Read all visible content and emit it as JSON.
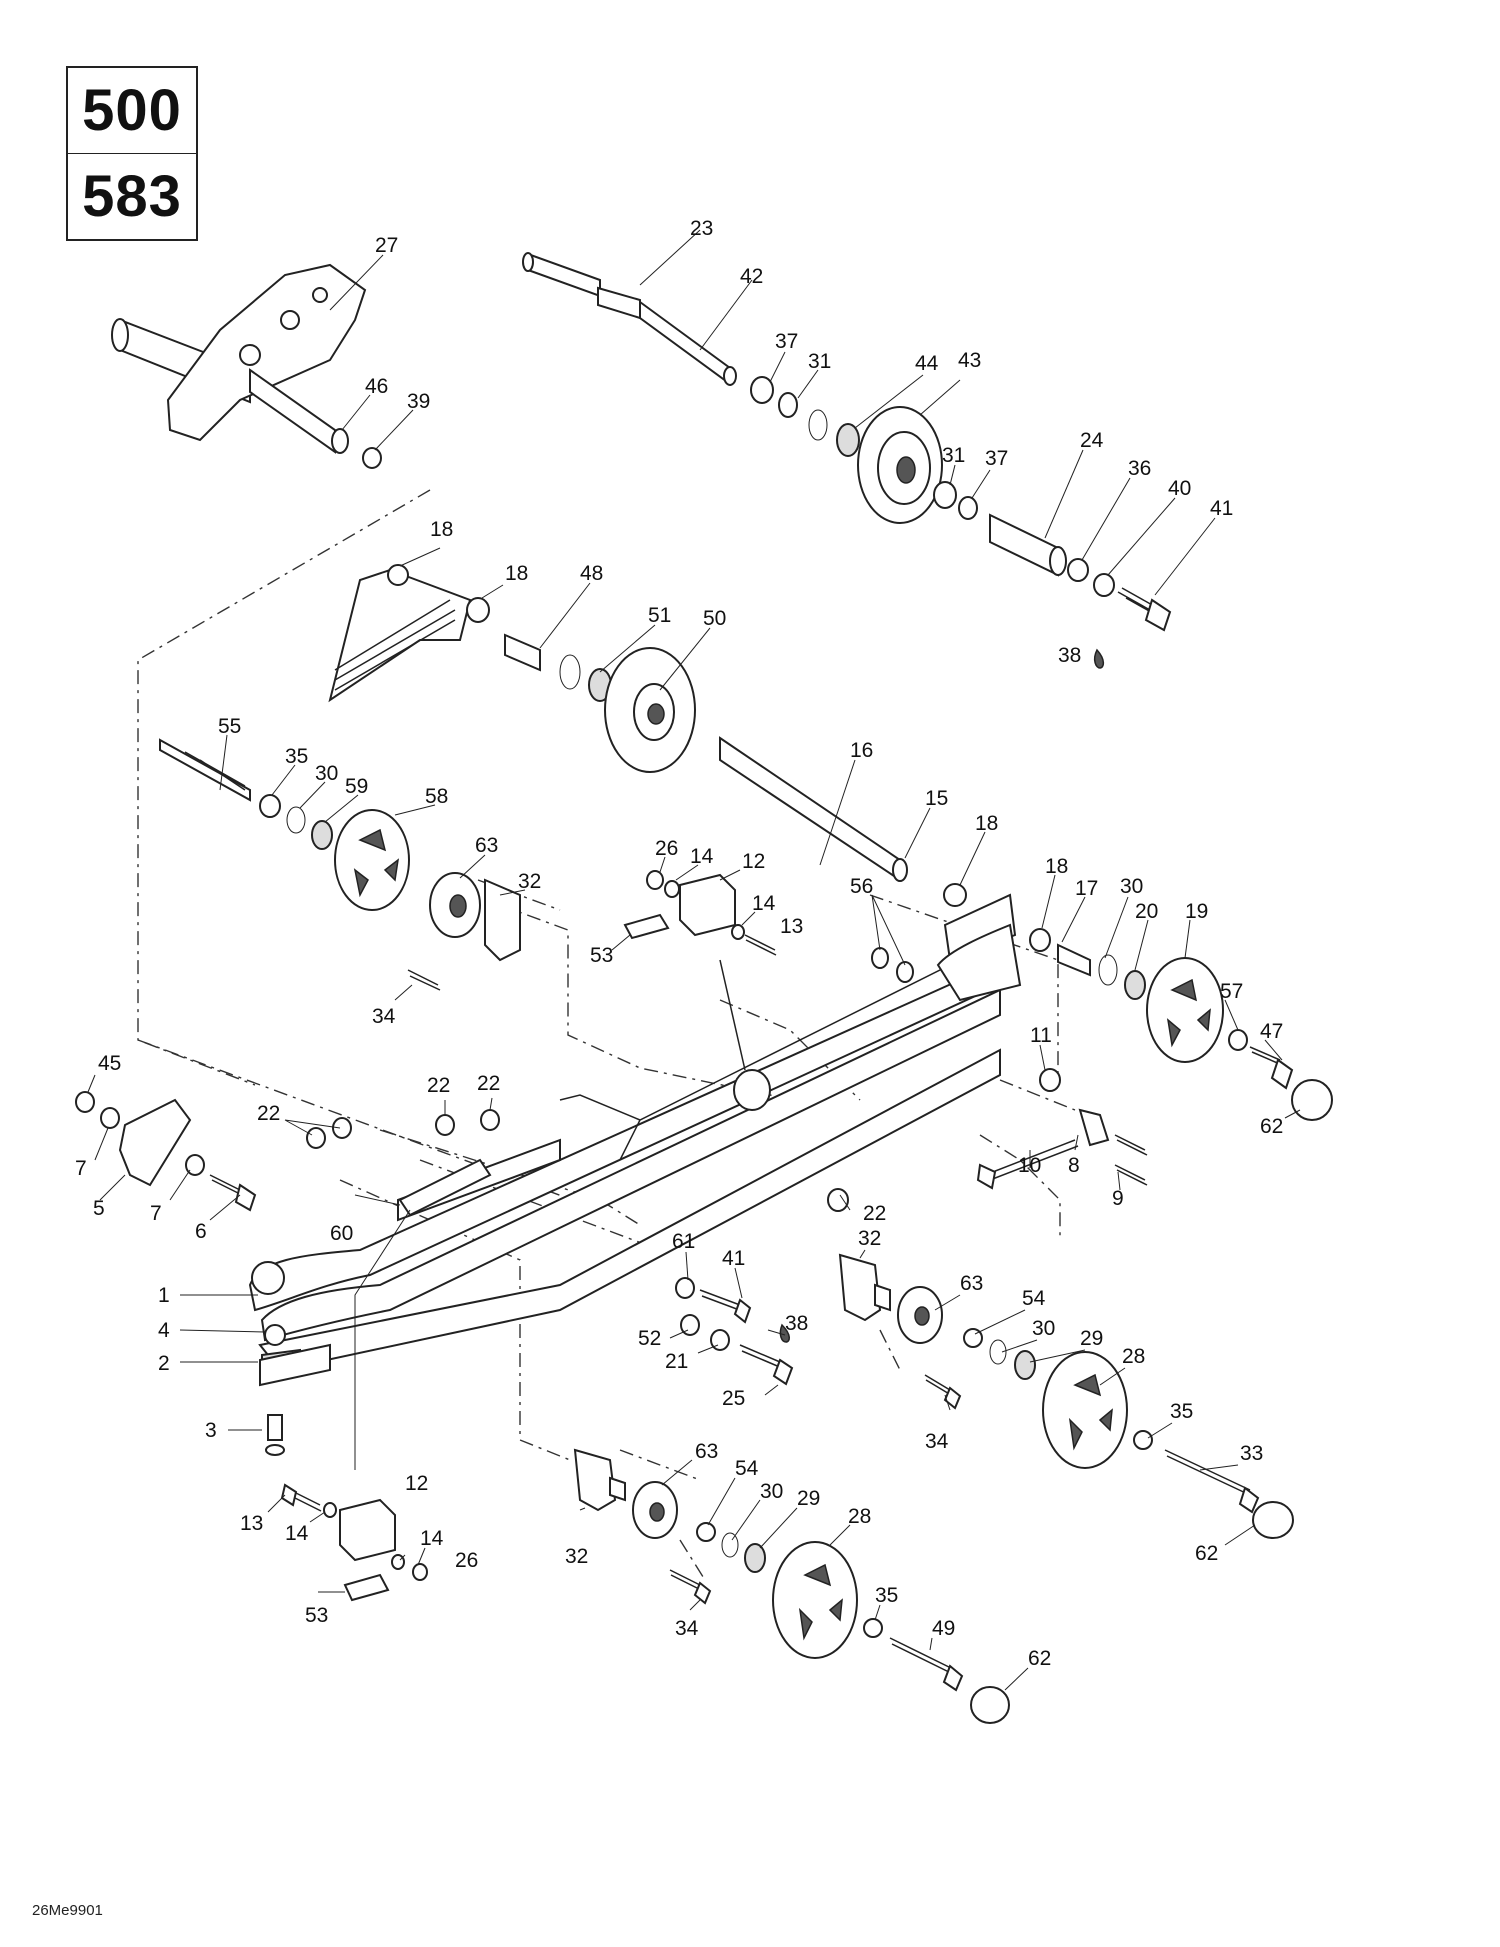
{
  "model_labels": [
    "500",
    "583"
  ],
  "figure_code": "26Me9901",
  "callouts": [
    {
      "label": "23"
    },
    {
      "label": "42"
    },
    {
      "label": "37"
    },
    {
      "label": "31"
    },
    {
      "label": "44"
    },
    {
      "label": "43"
    },
    {
      "label": "31"
    },
    {
      "label": "37"
    },
    {
      "label": "24"
    },
    {
      "label": "36"
    },
    {
      "label": "40"
    },
    {
      "label": "41"
    },
    {
      "label": "38"
    },
    {
      "label": "27"
    },
    {
      "label": "46"
    },
    {
      "label": "39"
    },
    {
      "label": "18"
    },
    {
      "label": "18"
    },
    {
      "label": "48"
    },
    {
      "label": "51"
    },
    {
      "label": "50"
    },
    {
      "label": "55"
    },
    {
      "label": "35"
    },
    {
      "label": "30"
    },
    {
      "label": "59"
    },
    {
      "label": "58"
    },
    {
      "label": "63"
    },
    {
      "label": "32"
    },
    {
      "label": "34"
    },
    {
      "label": "16"
    },
    {
      "label": "15"
    },
    {
      "label": "18"
    },
    {
      "label": "26"
    },
    {
      "label": "14"
    },
    {
      "label": "12"
    },
    {
      "label": "53"
    },
    {
      "label": "14"
    },
    {
      "label": "13"
    },
    {
      "label": "56"
    },
    {
      "label": "18"
    },
    {
      "label": "17"
    },
    {
      "label": "30"
    },
    {
      "label": "20"
    },
    {
      "label": "19"
    },
    {
      "label": "57"
    },
    {
      "label": "47"
    },
    {
      "label": "62"
    },
    {
      "label": "11"
    },
    {
      "label": "10"
    },
    {
      "label": "8"
    },
    {
      "label": "9"
    },
    {
      "label": "45"
    },
    {
      "label": "7"
    },
    {
      "label": "5"
    },
    {
      "label": "7"
    },
    {
      "label": "6"
    },
    {
      "label": "22"
    },
    {
      "label": "22"
    },
    {
      "label": "22"
    },
    {
      "label": "22"
    },
    {
      "label": "60"
    },
    {
      "label": "1"
    },
    {
      "label": "4"
    },
    {
      "label": "2"
    },
    {
      "label": "3"
    },
    {
      "label": "61"
    },
    {
      "label": "41"
    },
    {
      "label": "32"
    },
    {
      "label": "63"
    },
    {
      "label": "52"
    },
    {
      "label": "38"
    },
    {
      "label": "21"
    },
    {
      "label": "25"
    },
    {
      "label": "54"
    },
    {
      "label": "30"
    },
    {
      "label": "29"
    },
    {
      "label": "28"
    },
    {
      "label": "34"
    },
    {
      "label": "35"
    },
    {
      "label": "33"
    },
    {
      "label": "62"
    },
    {
      "label": "13"
    },
    {
      "label": "14"
    },
    {
      "label": "12"
    },
    {
      "label": "14"
    },
    {
      "label": "26"
    },
    {
      "label": "53"
    },
    {
      "label": "32"
    },
    {
      "label": "63"
    },
    {
      "label": "54"
    },
    {
      "label": "30"
    },
    {
      "label": "29"
    },
    {
      "label": "28"
    },
    {
      "label": "34"
    },
    {
      "label": "35"
    },
    {
      "label": "49"
    },
    {
      "label": "62"
    }
  ]
}
